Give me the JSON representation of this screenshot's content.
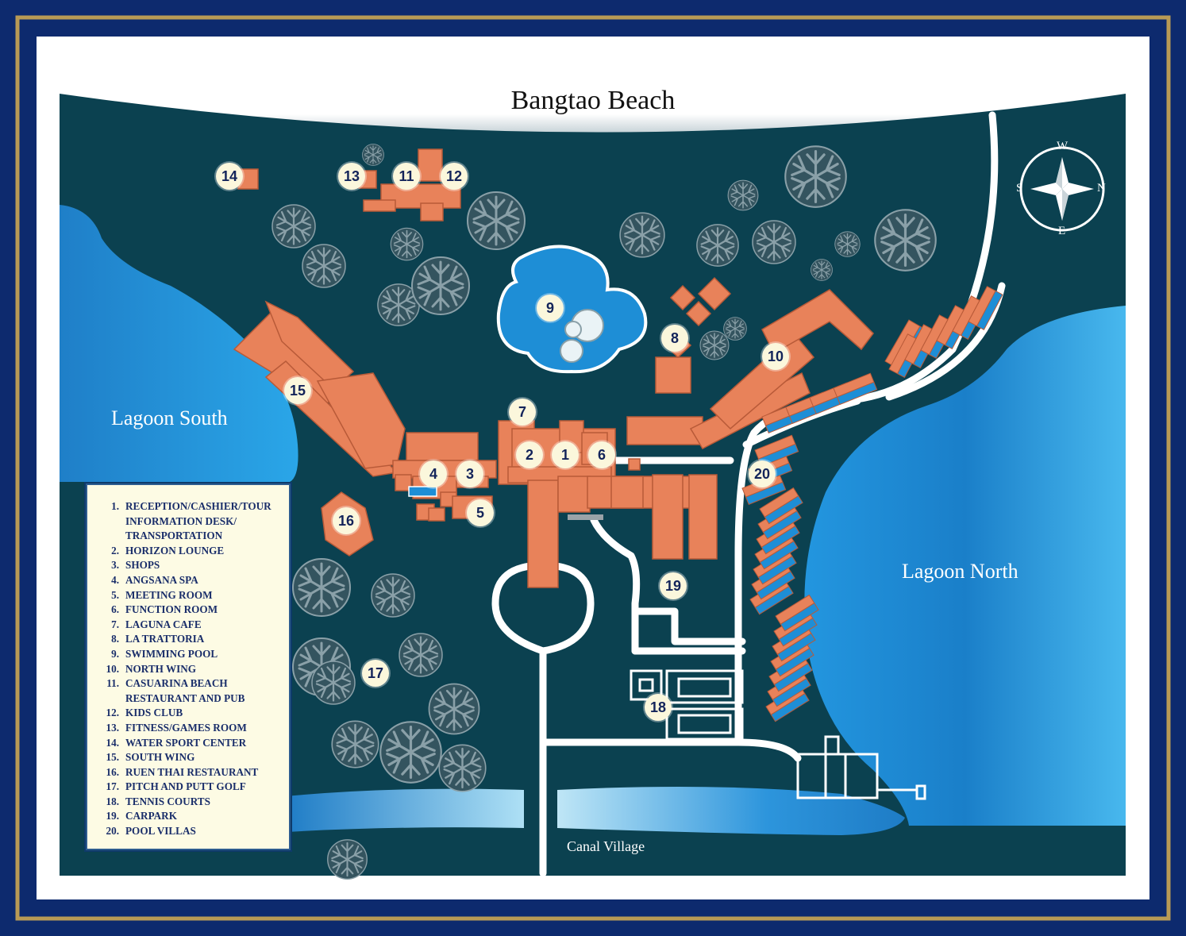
{
  "title": "Bangtao Beach",
  "areas": {
    "lagoon_south": "Lagoon South",
    "lagoon_north": "Lagoon North",
    "canal_village": "Canal Village"
  },
  "compass": {
    "top": "W",
    "left": "S",
    "right": "N",
    "bottom": "E"
  },
  "markers": [
    "1",
    "2",
    "3",
    "4",
    "5",
    "6",
    "7",
    "8",
    "9",
    "10",
    "11",
    "12",
    "13",
    "14",
    "15",
    "16",
    "17",
    "18",
    "19",
    "20"
  ],
  "legend": [
    {
      "num": "1.",
      "label": "RECEPTION/CASHIER/TOUR"
    },
    {
      "num": "",
      "label": "INFORMATION DESK/"
    },
    {
      "num": "",
      "label": "TRANSPORTATION"
    },
    {
      "num": "2.",
      "label": "HORIZON LOUNGE"
    },
    {
      "num": "3.",
      "label": "SHOPS"
    },
    {
      "num": "4.",
      "label": "ANGSANA SPA"
    },
    {
      "num": "5.",
      "label": "MEETING ROOM"
    },
    {
      "num": "6.",
      "label": "FUNCTION ROOM"
    },
    {
      "num": "7.",
      "label": "LAGUNA CAFE"
    },
    {
      "num": "8.",
      "label": "LA TRATTORIA"
    },
    {
      "num": "9.",
      "label": "SWIMMING POOL"
    },
    {
      "num": "10.",
      "label": "NORTH WING"
    },
    {
      "num": "11.",
      "label": "CASUARINA BEACH"
    },
    {
      "num": "",
      "label": "RESTAURANT AND PUB"
    },
    {
      "num": "12.",
      "label": "KIDS CLUB"
    },
    {
      "num": "13.",
      "label": "FITNESS/GAMES ROOM"
    },
    {
      "num": "14.",
      "label": "WATER SPORT CENTER"
    },
    {
      "num": "15.",
      "label": "SOUTH WING"
    },
    {
      "num": "16.",
      "label": "RUEN THAI RESTAURANT"
    },
    {
      "num": "17.",
      "label": "PITCH AND PUTT GOLF"
    },
    {
      "num": "18.",
      "label": "TENNIS COURTS"
    },
    {
      "num": "19.",
      "label": "CARPARK"
    },
    {
      "num": "20.",
      "label": "POOL VILLAS"
    }
  ],
  "colors": {
    "frame_outer": "#0d2a6e",
    "frame_gold": "#b89a55",
    "land": "#0b4150",
    "water": "#1e8ed6",
    "building": "#e8825a",
    "road": "#ffffff"
  }
}
